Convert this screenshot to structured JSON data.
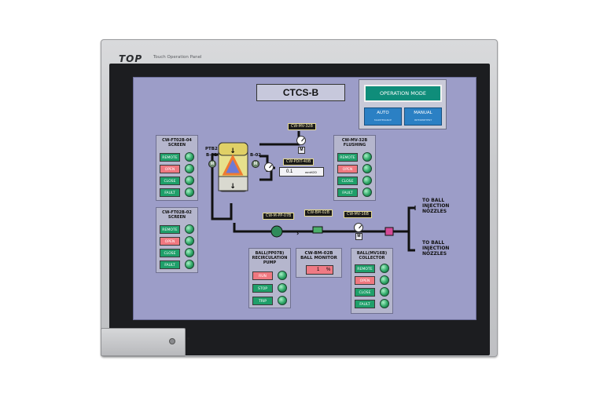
{
  "device": {
    "brand": "TOP",
    "brand_subtitle": "Touch Operation Panel"
  },
  "screen": {
    "title": "CTCS-B",
    "operation": {
      "header": "OPERATION MODE",
      "auto": {
        "label": "AUTO",
        "sub": "MAINTENANCE"
      },
      "manual": {
        "label": "MANUAL",
        "sub": "INTERPRETENT"
      }
    },
    "panels": {
      "screen_valve": {
        "title_line1": "CW-FT02B-04",
        "title_line2": "SCREEN",
        "buttons": [
          "REMOTE",
          "OPEN",
          "CLOSE",
          "FAULT"
        ]
      },
      "screen_valve2": {
        "title_line1": "CW-FT02B-02",
        "title_line2": "SCREEN",
        "buttons": [
          "REMOTE",
          "OPEN",
          "CLOSE",
          "FAULT"
        ]
      },
      "flushing": {
        "title_line1": "CW-MV-32B",
        "title_line2": "FLUSHING",
        "buttons": [
          "REMOTE",
          "OPEN",
          "CLOSE",
          "FAULT"
        ]
      },
      "pump": {
        "title_line1": "BALL(PP07B)",
        "title_line2": "RECIRCULATION",
        "title_line3": "PUMP",
        "buttons": [
          "RUN",
          "STOP",
          "TRIP"
        ]
      },
      "ball_monitor": {
        "title_line1": "CW-BM-02B",
        "title_line2": "BALL MONITOR",
        "value": "1",
        "unit": "%"
      },
      "collector": {
        "title_line1": "BALL(MV16B)",
        "title_line2": "COLLECTOR",
        "buttons": [
          "REMOTE",
          "OPEN",
          "CLOSE",
          "FAULT"
        ]
      }
    },
    "tags": {
      "mv32b": "CW-MV-32B",
      "pdit": "CW-PDIT-40B",
      "pdit_value": "0.1",
      "pdit_unit": "mmH2O",
      "mpp07b": "CW-M-PP-07B",
      "bm02b": "CW-BM-02B",
      "mv16b": "CW-MV-16B"
    },
    "labels": {
      "ptb2": "PTB2",
      "b01": "B-01",
      "b02": "B-02"
    },
    "destinations": {
      "top": [
        "TO BALL",
        "INJECTION",
        "NOZZLES"
      ],
      "bottom": [
        "TO BALL",
        "INJECTION",
        "NOZZLES"
      ]
    }
  }
}
